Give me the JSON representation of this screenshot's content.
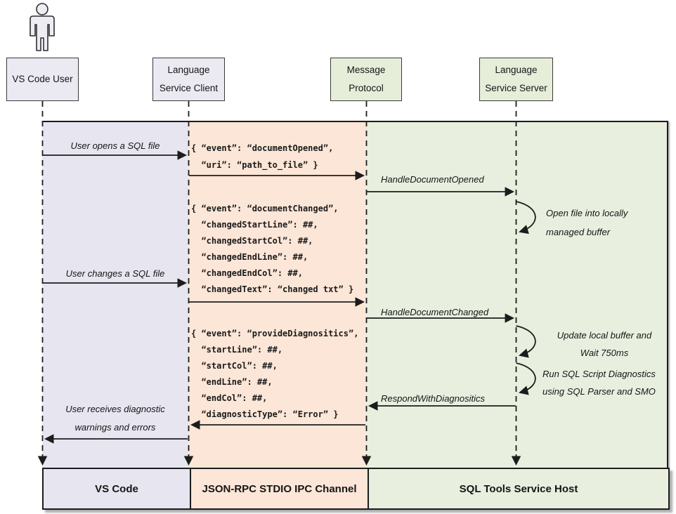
{
  "colors": {
    "lane_user": "#e7e5f0",
    "lane_ipc": "#fbe6d7",
    "lane_host": "#e8efdf",
    "box_user": "#ebe9f2",
    "box_green": "#e6eeda",
    "line": "#1c1c1c"
  },
  "headers": [
    {
      "name": "vs-code-user",
      "lines": [
        "VS Code User"
      ]
    },
    {
      "name": "language-service-client",
      "lines": [
        "Language",
        "Service Client"
      ]
    },
    {
      "name": "message-protocol",
      "lines": [
        "Message",
        "Protocol"
      ]
    },
    {
      "name": "language-service-server",
      "lines": [
        "Language",
        "Service Server"
      ]
    }
  ],
  "messages": {
    "open_file": "User opens a SQL file",
    "handle_opened": "HandleDocumentOpened",
    "change_file": "User changes a SQL file",
    "handle_changed": "HandleDocumentChanged",
    "respond": "RespondWithDiagnositics",
    "receive": [
      "User receives diagnostic",
      "warnings and errors"
    ]
  },
  "notes": {
    "open_buffer": [
      "Open file into locally",
      "managed buffer"
    ],
    "update_wait": [
      "Update local buffer and",
      "Wait 750ms"
    ],
    "run_diagnostics": [
      "Run SQL Script Diagnostics",
      "using SQL Parser and SMO"
    ]
  },
  "payloads": {
    "document_opened": [
      "{ “event”: “documentOpened”,",
      "  “uri”: “path_to_file” }"
    ],
    "document_changed": [
      "{ “event”: “documentChanged”,",
      "  “changedStartLine”: ##,",
      "  “changedStartCol”: ##,",
      "  “changedEndLine”: ##,",
      "  “changedEndCol”: ##,",
      "  “changedText”: “changed txt” }"
    ],
    "provide_diagnostics": [
      "{ “event”: “provideDiagnositics”,",
      "  “startLine”: ##,",
      "  “startCol”: ##,",
      "  “endLine”: ##,",
      "  “endCol”: ##,",
      "  “diagnosticType”: “Error” }"
    ]
  },
  "footers": [
    "VS Code",
    "JSON-RPC STDIO IPC Channel",
    "SQL Tools Service Host"
  ]
}
